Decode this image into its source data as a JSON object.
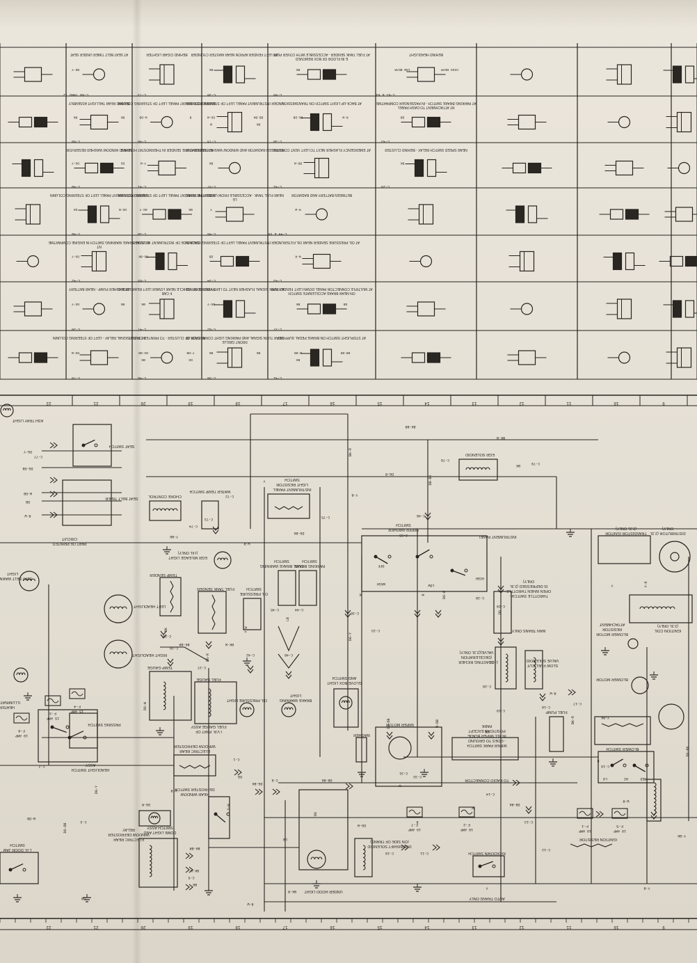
{
  "connector_panels": [
    {
      "id": "C-68 THRU 72",
      "caption": "AT SEAT BELT TIMER UNDER SEAT",
      "wires": [
        "BK-Y"
      ]
    },
    {
      "id": "C-68",
      "caption": "BEHIND REAR TAILLIGHT ASSEMBLY",
      "wires": [
        "BK",
        "BK"
      ]
    },
    {
      "id": "C-49",
      "caption": "BEHIND WINDOW WASHER RESERVOIR",
      "wires": [
        "DG-Y",
        "DG"
      ]
    },
    {
      "id": "C-48",
      "caption": "UNDER INSTRUMENT PANEL LEFT OF STEERING COLUMN",
      "wires": [
        "DG",
        "DG-B"
      ]
    },
    {
      "id": "C-42",
      "caption": "AT DUAL BRAKE WARNING SWITCH IN ENGINE COMPARTMENT",
      "wires": [
        "DG-Y"
      ]
    },
    {
      "id": "C-39",
      "caption": "AT WASHER PUMP - NEAR BATTERY",
      "wires": [
        "DG-Y",
        "BK"
      ]
    },
    {
      "id": "C-76",
      "caption": "AT TURN SIGNAL RELAY - LEFT OF STEERING COLUMN",
      "wires": [
        "DG-W"
      ]
    },
    {
      "id": "C-73",
      "caption": "BEHIND CIGAR LIGHTER",
      "wires": []
    },
    {
      "id": "C-48",
      "caption": "UNDER INSTRUMENT PANEL LEFT OF STEERING COLUMN",
      "wires": [
        "W-DB",
        "B"
      ]
    },
    {
      "id": "C-41",
      "caption": "AT TEMPERATURE SENDER IN THERMOSTAT HOUSING",
      "wires": [
        "Y-W"
      ]
    },
    {
      "id": "C-38",
      "caption": "UNDER INSTRUMENT PANEL LEFT OF STEERING COLUMN",
      "wires": [
        "DG-Y",
        "BK"
      ]
    },
    {
      "id": "C-65",
      "caption": "BACK SIDE OF INSTRUMENT CLUSTER",
      "wires": [
        "DG-BK"
      ]
    },
    {
      "id": "C-47",
      "caption": "ON INSIDE OF VEHICLE NEAR LOWER LEFT REAR EDGE OF CAB",
      "wires": [
        "BK"
      ]
    },
    {
      "id": "C-40",
      "caption": "AT BACK OF CLUSTER - TO PRINTED CIRCUIT",
      "wires": [
        "DG-DB",
        "Y-DB",
        "BK",
        "DG"
      ]
    },
    {
      "id": "C-36",
      "caption": "ON LEFT FENDER APRON NEAR MASTER CYLINDER",
      "wires": [
        "BK"
      ]
    },
    {
      "id": "C-75",
      "caption": "UNDER INSTRUMENT PANEL LEFT OF STEERING COLUMN",
      "wires": [
        "DG-W",
        "DB-BK",
        "W",
        "BK"
      ]
    },
    {
      "id": "C-57",
      "caption": "BETWEEN RADIATOR AND WINDOW WASHER RESERVOIR",
      "wires": [
        "BK"
      ]
    },
    {
      "id": "C-46",
      "caption": "NEAR FUEL TANK - ACCESSIBLE FROM UNDER THE VEHICLE",
      "wires": [
        "Y"
      ]
    },
    {
      "id": "C-34",
      "caption": "UNDER INSTRUMENT PANEL LEFT OF STEERING COLUMN",
      "wires": [
        "DB"
      ]
    },
    {
      "id": "C-82",
      "caption": "AT TURN SIGNAL FLASHER NEXT TO LEFT VENT CONTROL",
      "wires": [
        "DG-Y"
      ]
    },
    {
      "id": "C-56",
      "caption": "NEAR TURN SIGNAL AND PARKING LIGHT CONNECTOR AT FRONT GRILLE",
      "wires": [
        "BK",
        "BK"
      ]
    },
    {
      "id": "C-45",
      "caption": "AT FUEL TANK SENDER - ACCESSIBLE WITH COVER PLATE IN FLOOR OF BOX REMOVED",
      "wires": [
        "BK"
      ]
    },
    {
      "id": "C-38",
      "caption": "AT BACK-UP LIGHT SWITCH ON TRANSMISSION",
      "wires": [
        "DG-DB",
        "R-W"
      ]
    },
    {
      "id": "C-41",
      "caption": "AT EMERGENCY FLASHER NEXT TO LEFT VENT CONTROL",
      "wires": [
        "BR-W"
      ]
    },
    {
      "id": "C-44 & 55",
      "caption": "BETWEEN BATTERY AND RADIATOR",
      "wires": [
        "R-W"
      ]
    },
    {
      "id": "C-43",
      "caption": "AT OIL PRESSURE SENDER NEAR OIL FILTER",
      "wires": [
        "W-R"
      ]
    },
    {
      "id": "C-37",
      "caption": "AT MULTIPLE CONNECTOR PANEL DOWN LEFT FENDER APRON NEAR BRAKE ACCELERATE SWITCH",
      "wires": [
        "BK",
        "DB"
      ]
    },
    {
      "id": "C-41",
      "caption": "AT STOPLIGHT SWITCH ON BRAKE PEDAL SUPPORT",
      "wires": [
        "W-DB",
        "DB-BK",
        "BK"
      ]
    },
    {
      "id": "C-61 & 63",
      "caption": "BEHIND HEADLIGHT",
      "wires": [
        "LOW BEAM",
        "HIGH BEAM"
      ]
    },
    {
      "id": "C-43",
      "caption": "AT PARKING BRAKE SWITCH - IN PASSENGER COMPARTMENT ATTACHMENT TO DASH PANEL",
      "wires": [
        "DB"
      ]
    },
    {
      "id": "C-29",
      "caption": "NEAR SPEED SWITCH RELAY - BEHIND CLUSTER",
      "wires": [
        "BK"
      ]
    }
  ],
  "ruler_numbers": [
    "22",
    "21",
    "20",
    "19",
    "18",
    "17",
    "16",
    "15",
    "14",
    "13",
    "12",
    "11",
    "10",
    "9"
  ],
  "components": [
    {
      "key": "ash_tray",
      "label": "ASH TRAY LIGHT"
    },
    {
      "key": "seat_switch",
      "label": "SEAT SWITCH"
    },
    {
      "key": "seat_belt_timer",
      "label": "SEAT BELT TIMER"
    },
    {
      "key": "choke",
      "label": "CHOKE CONTROL"
    },
    {
      "key": "water_temp",
      "label": "WATER TEMP SWITCH"
    },
    {
      "key": "panel_light_switch",
      "label": "INSTRUMENT PANEL LIGHT RESISTOR SWITCH"
    },
    {
      "key": "egr_solenoid",
      "label": "EGR SOLENOID"
    },
    {
      "key": "egr_light",
      "label": "EGR MILEAGE LIGHT (I.6L ONLY)"
    },
    {
      "key": "wiper_switch",
      "label": "WIPER-WASHER SWITCH"
    },
    {
      "key": "instrument_panel",
      "label": "INSTRUMENT PANEL"
    },
    {
      "key": "transistor_ignitor",
      "label": "TRANSISTOR IGNITOR (2.3L ONLY)"
    },
    {
      "key": "distributor",
      "label": "DISTRIBUTOR (2.3L ONLY)"
    },
    {
      "key": "ignition_coil",
      "label": "IGNITION COIL (2.3L ONLY)"
    },
    {
      "key": "seat_belt_light",
      "label": "SEAT BELT WARNING LIGHT"
    },
    {
      "key": "left_headlight",
      "label": "LEFT HEADLIGHT"
    },
    {
      "key": "right_headlight",
      "label": "RIGHT HEADLIGHT"
    },
    {
      "key": "temp_sender",
      "label": "TEMP SENDER"
    },
    {
      "key": "fuel_sender",
      "label": "FUEL TANK SENDER"
    },
    {
      "key": "oil_switch",
      "label": "OIL PRESSURE SWITCH"
    },
    {
      "key": "brake_switch",
      "label": "DUAL BRAKE WARNING SWITCH"
    },
    {
      "key": "parking_brake",
      "label": "PARKING BRAKE SWITCH"
    },
    {
      "key": "temp_gauge",
      "label": "TEMP GAUGE"
    },
    {
      "key": "fuel_gauge",
      "label": "FUEL GAUGE"
    },
    {
      "key": "oil_light",
      "label": "OIL PRESSURE LIGHT"
    },
    {
      "key": "brake_light",
      "label": "BRAKE WARNING LIGHT"
    },
    {
      "key": "ivr",
      "label": "I.V.R. PART OF FUEL GAUGE ASSY"
    },
    {
      "key": "glove_box",
      "label": "GLOVE BOX LIGHT AND SWITCH"
    },
    {
      "key": "washer",
      "label": "WASHER"
    },
    {
      "key": "wiper_motor",
      "label": "WIPER MOTOR"
    },
    {
      "key": "wiper_park",
      "label": "WIPER PARK SWITCH - GOES TO GROUND IN ALL WIPER BLADE POSITIONS EXCEPT PARK"
    },
    {
      "key": "fuel_pump",
      "label": "FUEL PUMP"
    },
    {
      "key": "blower_motor",
      "label": "BLOWER MOTOR"
    },
    {
      "key": "blower_resistor",
      "label": "BLOWER MOTOR RESISTOR ATTACHMENT"
    },
    {
      "key": "blower_switch",
      "label": "BLOWER SWITCH"
    },
    {
      "key": "coasting_richer",
      "label": "COASTING RICHER (DECELERATION VALVE)(2.3L ONLY)"
    },
    {
      "key": "slow_fuel_cut",
      "label": "SLOW FUEL CUT VALVE SOLENOID"
    },
    {
      "key": "throttle_switch",
      "label": "THROTTLE SWITCH - OPEN WHEN THROTTLE IS DEPRESSED (2.3L ONLY)"
    },
    {
      "key": "man_trans",
      "label": "MAN TRANS ONLY"
    },
    {
      "key": "heater_illum",
      "label": "HEATER ILLUMINATION"
    },
    {
      "key": "passing_switch",
      "label": "PASSING SWITCH"
    },
    {
      "key": "headlight_switch",
      "label": "HEADLIGHT SWITCH ASSY"
    },
    {
      "key": "rear_defroster",
      "label": "ELECTRIC REAR WINDOW DEFROSTER"
    },
    {
      "key": "defroster_switch",
      "label": "REAR WINDOW DEFROSTER SWITCH"
    },
    {
      "key": "dome_light",
      "label": "DOME LIGHT AND SWITCH ASSY"
    },
    {
      "key": "defroster_relay",
      "label": "ELECTRIC REAR WINDOW DEFROSTER RELAY"
    },
    {
      "key": "door_switch",
      "label": "L.H. DOOR JAM SWITCH"
    },
    {
      "key": "underhood_light",
      "label": "UNDER HOOD LIGHT"
    },
    {
      "key": "downshift_solenoid",
      "label": "DOWNSHIFT SOLENOID (ON SIDE OF TRANS)"
    },
    {
      "key": "kickdown",
      "label": "KICKDOWN SWITCH"
    },
    {
      "key": "auto_trans",
      "label": "AUTO TRANS ONLY"
    },
    {
      "key": "radio",
      "label": "TO RADIO CONNECTOR"
    },
    {
      "key": "ignition_resistor",
      "label": "IGNITION RESISTOR"
    },
    {
      "key": "printed_circuit",
      "label": "PART OF PRINTED CIRCUIT"
    }
  ],
  "wire_labels": [
    "BK-BR",
    "BK-W",
    "BK",
    "DG-R",
    "DG-Y",
    "DG-DB",
    "W-DB",
    "DB",
    "R-W",
    "BK-R",
    "Y",
    "Y-R",
    "Y-BK",
    "W-R",
    "DG-BK",
    "DB-BK",
    "W",
    "R",
    "DG-W",
    "DG",
    "LB",
    "Y-W"
  ],
  "connector_ids": [
    "C-77",
    "C-78",
    "C-79",
    "C-72",
    "C-73",
    "C-74",
    "C-75",
    "C-48",
    "C-35",
    "C-38",
    "C-37",
    "C-45",
    "C-44",
    "C-42",
    "C-40",
    "C-39",
    "C-36",
    "C-33",
    "C-31",
    "C-32",
    "C-30",
    "C-29",
    "C-28",
    "C-20",
    "C-19",
    "C-18",
    "C-17",
    "C-16",
    "C-14",
    "C-13",
    "C-12",
    "C-11",
    "C-10",
    "C-8",
    "C-5",
    "C-3",
    "C-2",
    "C-1"
  ],
  "fuses": [
    {
      "label": "F-3",
      "rating": "15 AMP"
    },
    {
      "label": "F-6",
      "rating": "10 AMP"
    },
    {
      "label": "F-4",
      "rating": "15 AMP"
    },
    {
      "label": "F-7",
      "rating": "10 AMP"
    },
    {
      "label": "F-1",
      "rating": "10 AMP"
    },
    {
      "label": "F-2",
      "rating": "10 AMP"
    },
    {
      "label": "F-5",
      "rating": "10 AMP"
    }
  ],
  "switch_positions": [
    "OFF",
    "WASH",
    "LOW",
    "HIGH",
    "LO",
    "HI",
    "MED"
  ]
}
